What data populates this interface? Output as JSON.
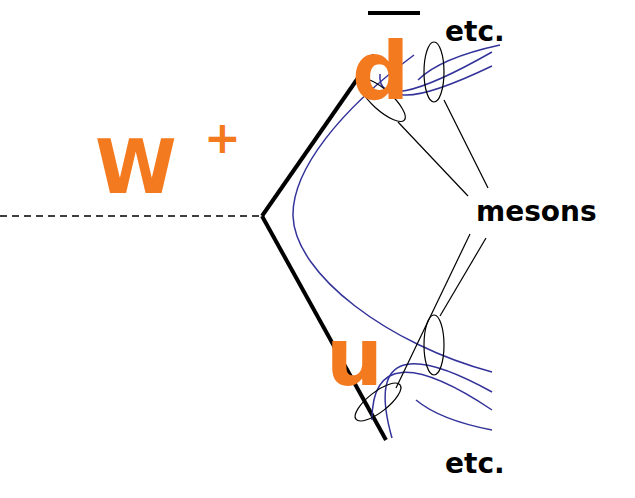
{
  "diagram": {
    "labels": [
      "W",
      "+",
      "d",
      "u",
      "etc.",
      "mesons",
      "etc."
    ]
  }
}
